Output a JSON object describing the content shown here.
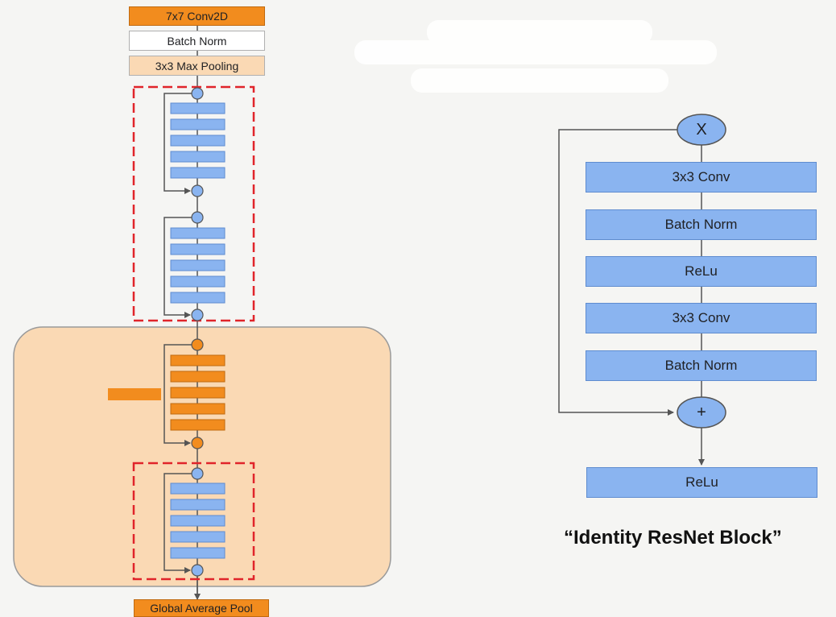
{
  "stem": {
    "conv_label": "7x7 Conv2D",
    "bn_label": "Batch Norm",
    "pool_label": "3x3 Max Pooling"
  },
  "head": {
    "gap_label": "Global Average Pool"
  },
  "identity_block": {
    "input_label": "X",
    "layers": [
      "3x3 Conv",
      "Batch Norm",
      "ReLu",
      "3x3 Conv",
      "Batch Norm"
    ],
    "add_label": "+",
    "output_label": "ReLu",
    "caption": "“Identity ResNet Block”"
  },
  "colors": {
    "orange": "#f28c1e",
    "light_orange": "#fad9b4",
    "blue": "#8ab4f0",
    "red_dash": "#e0242a"
  }
}
